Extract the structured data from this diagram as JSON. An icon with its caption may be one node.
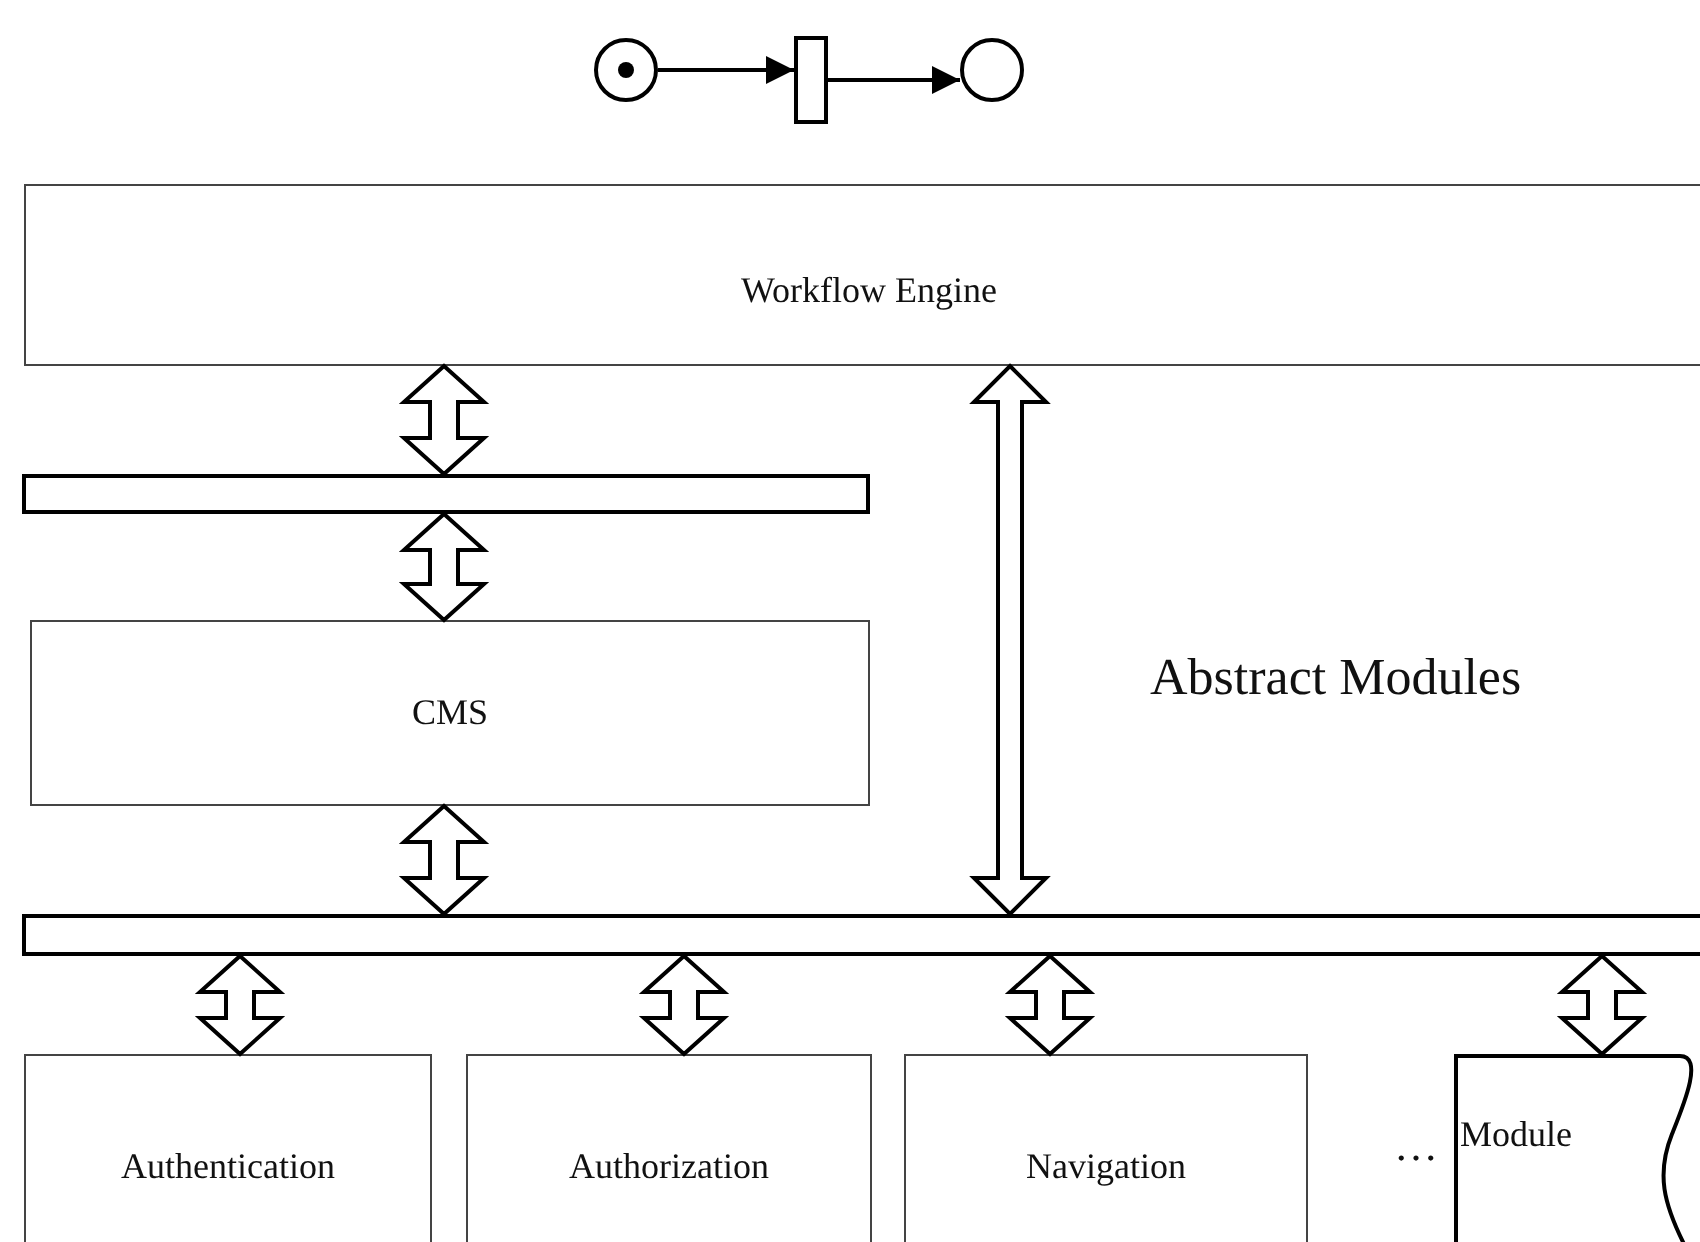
{
  "diagram": {
    "nodes": [
      {
        "text": [],
        "shape": "circle"
      },
      {
        "text": [],
        "shape": "bar"
      },
      {
        "text": [],
        "shape": "circle"
      },
      {
        "text": [
          "Workflow Engine"
        ]
      },
      {
        "text": [],
        "shape": "bar"
      },
      {
        "text": [
          "CMS"
        ]
      },
      {
        "text": [],
        "shape": "bar"
      },
      {
        "text": [
          "Authentication"
        ]
      },
      {
        "text": [
          "Authorization"
        ]
      },
      {
        "text": [
          "Navigation"
        ]
      },
      {
        "text": [
          "Module"
        ]
      }
    ],
    "edges": [
      {
        "from": 0,
        "to": 1,
        "arrow": "to"
      },
      {
        "from": 1,
        "to": 2,
        "arrow": "to"
      },
      {
        "from": 3,
        "to": 4,
        "arrow": "both"
      },
      {
        "from": 4,
        "to": 5,
        "arrow": "both"
      },
      {
        "from": 5,
        "to": 6,
        "arrow": "both"
      },
      {
        "from": 3,
        "to": 6,
        "arrow": "both"
      },
      {
        "from": 6,
        "to": 7,
        "arrow": "both"
      },
      {
        "from": 6,
        "to": 8,
        "arrow": "both"
      },
      {
        "from": 6,
        "to": 9,
        "arrow": "both"
      },
      {
        "from": 6,
        "to": 10,
        "arrow": "both"
      }
    ],
    "labels": [
      "Abstract Modules",
      "…"
    ]
  }
}
